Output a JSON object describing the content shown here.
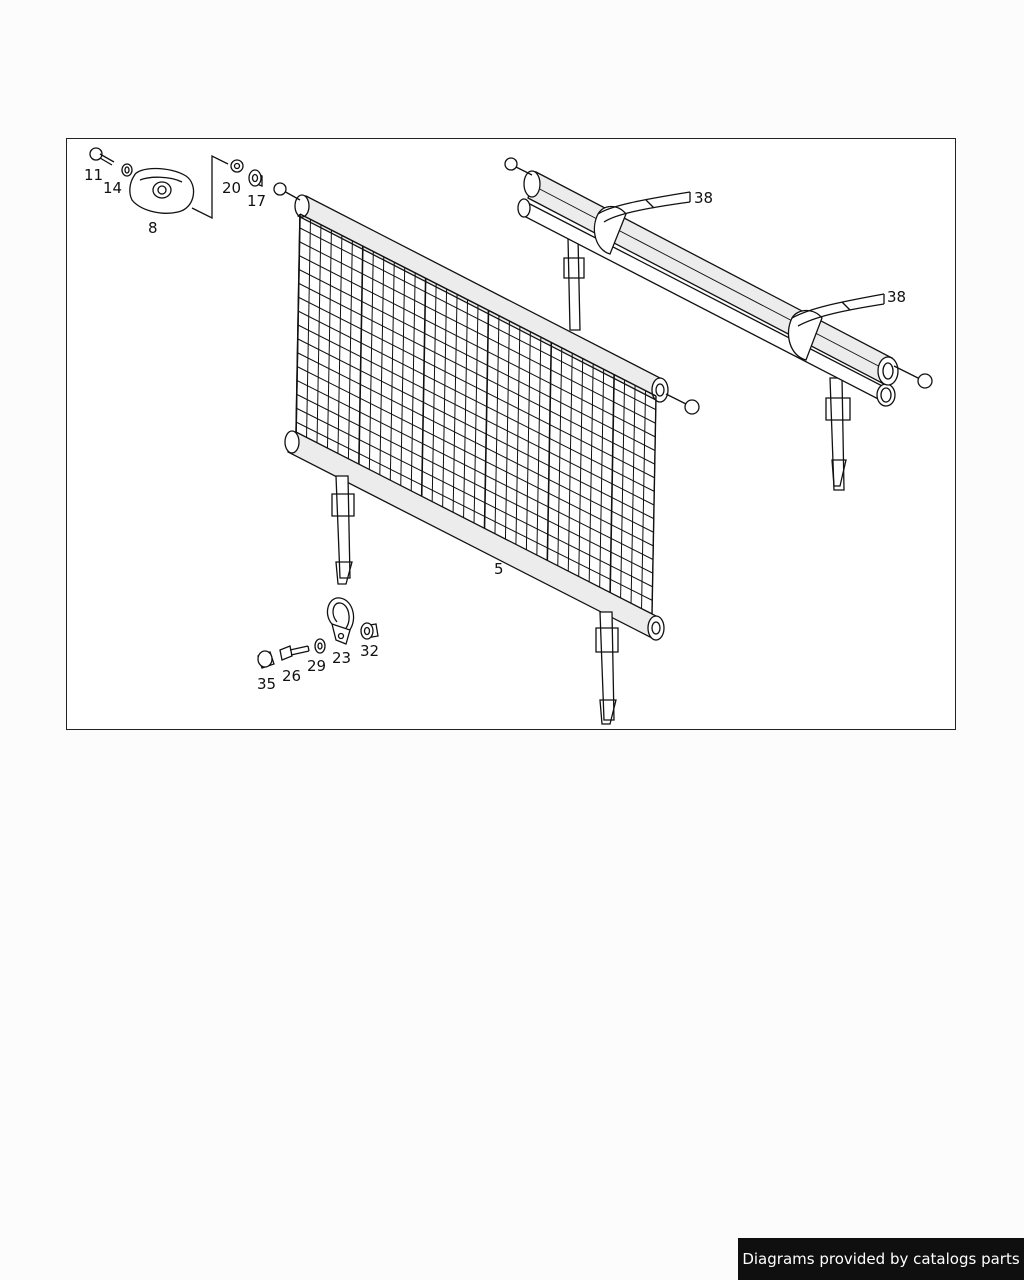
{
  "diagram": {
    "callouts": [
      "11",
      "14",
      "8",
      "20",
      "17",
      "38",
      "38",
      "5",
      "23",
      "32",
      "35",
      "26",
      "29"
    ]
  },
  "footer": {
    "credit": "Diagrams provided by catalogs parts"
  }
}
